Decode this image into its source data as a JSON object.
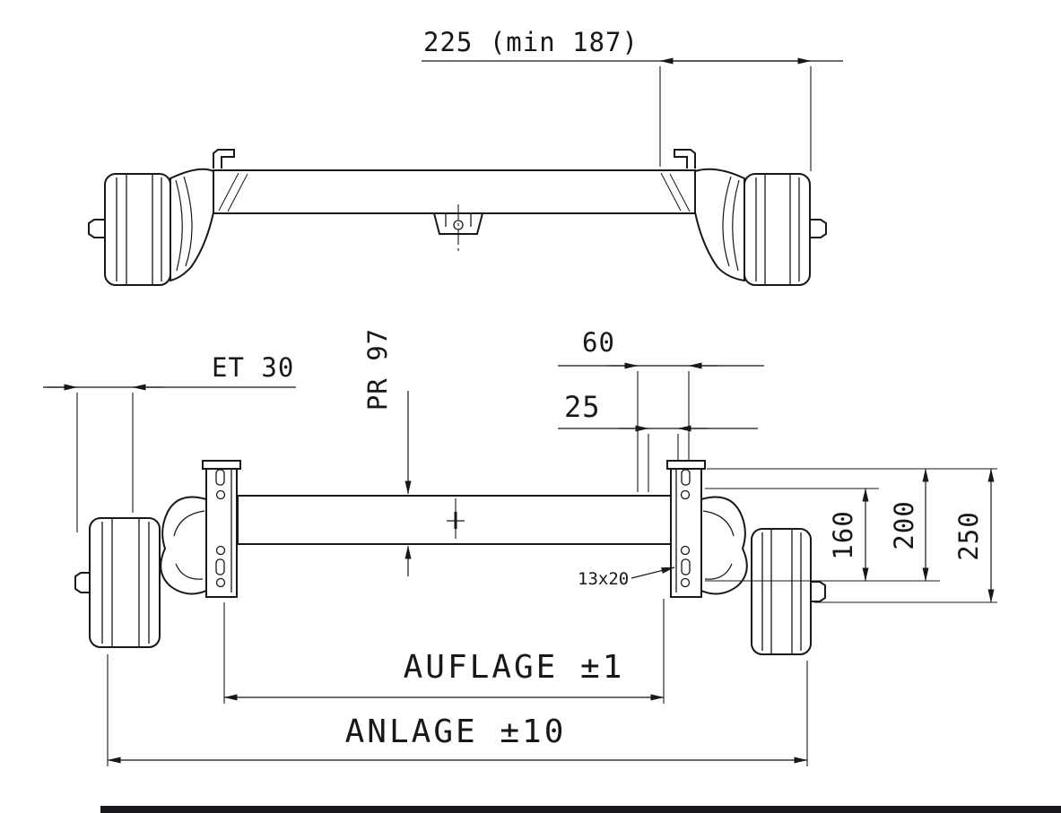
{
  "drawing": {
    "type": "trailer braked rubber-torsion axle, two orthographic views",
    "colors": {
      "line": "#17171c",
      "background": "#ffffff"
    }
  },
  "dimensions": {
    "d225": "225 (min 187)",
    "et30": "ET 30",
    "pr97": "PR 97",
    "d60": "60",
    "d25": "25",
    "d160": "160",
    "d200": "200",
    "d250": "250",
    "slot": "13x20",
    "auflage": "AUFLAGE ±1",
    "anlage": "ANLAGE ±10"
  }
}
